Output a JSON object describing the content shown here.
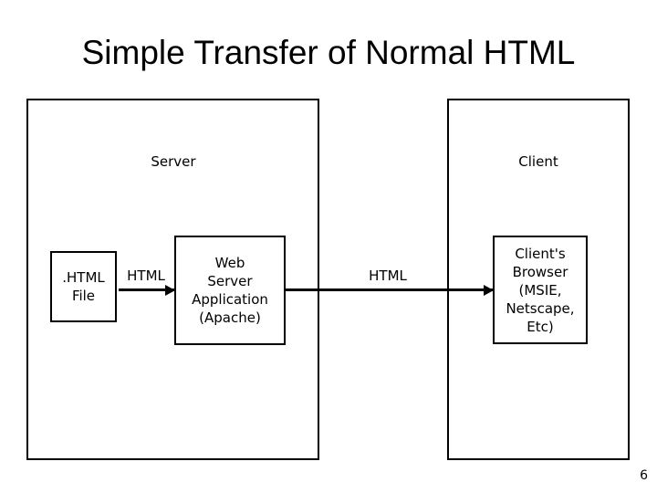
{
  "slide": {
    "title": "Simple Transfer of Normal HTML",
    "page_number": "6",
    "background_color": "#ffffff",
    "line_color": "#000000",
    "text_color": "#000000"
  },
  "zones": {
    "server": {
      "label": "Server"
    },
    "client": {
      "label": "Client"
    }
  },
  "nodes": {
    "html_file": {
      "label": ".HTML\nFile"
    },
    "web_server": {
      "label": "Web\nServer\nApplication\n(Apache)"
    },
    "client_browser": {
      "label": "Client's\nBrowser\n(MSIE,\nNetscape,\nEtc)"
    }
  },
  "arrows": {
    "file_to_server": {
      "label": "HTML"
    },
    "server_to_client": {
      "label": "HTML"
    }
  }
}
